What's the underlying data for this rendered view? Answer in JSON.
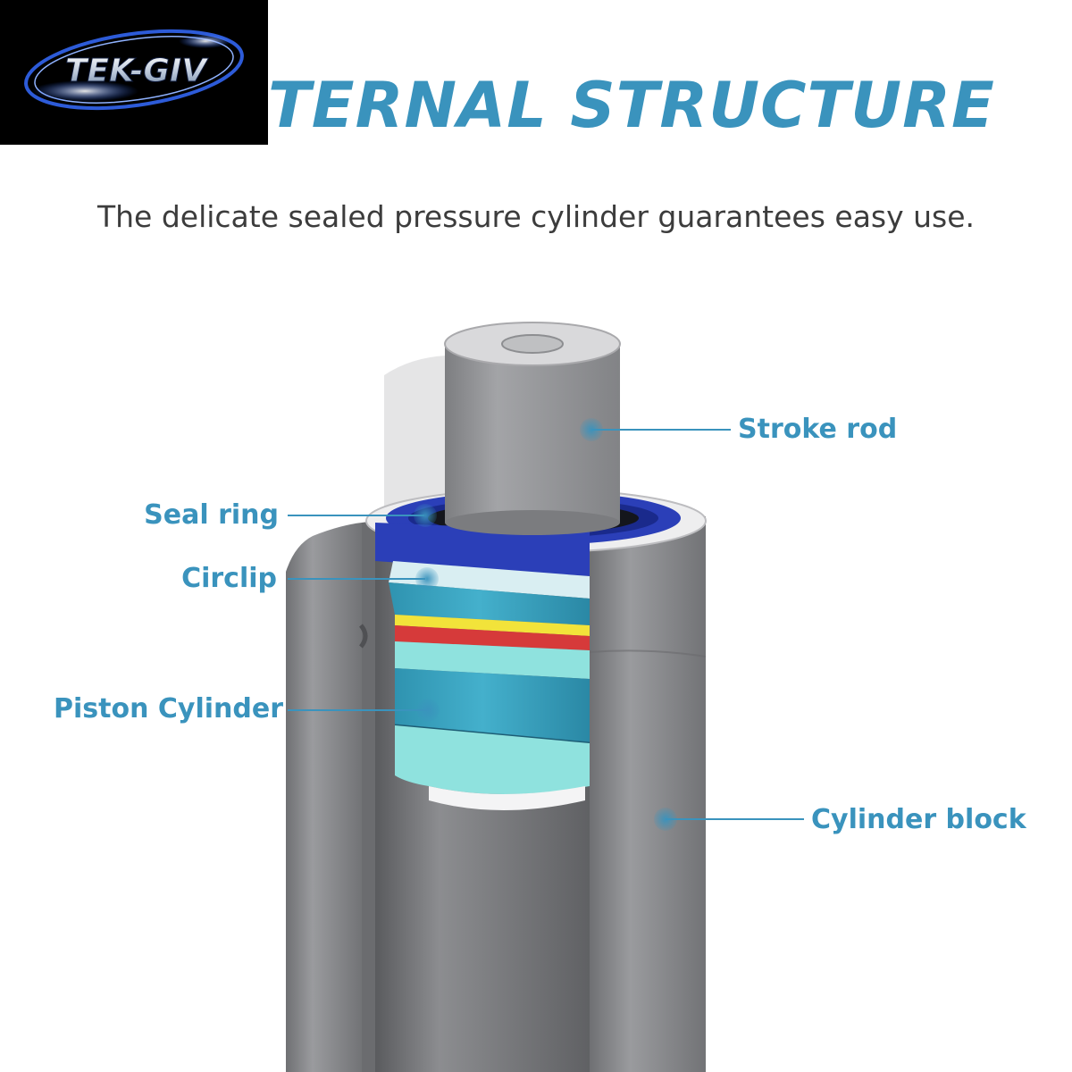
{
  "logo": {
    "text": "TEK-GIV"
  },
  "header": {
    "title": "TERNAL STRUCTURE",
    "subtitle": "The delicate sealed pressure cylinder guarantees easy use."
  },
  "callouts": {
    "stroke_rod": "Stroke rod",
    "seal_ring": "Seal ring",
    "circlip": "Circlip",
    "piston_cylinder": "Piston Cylinder",
    "cylinder_block": "Cylinder block"
  },
  "colors": {
    "accent": "#3a93bd",
    "seal_ring": "#2b3fb8",
    "circlip": "#d9eef2",
    "band_yellow": "#f2e33a",
    "band_red": "#d63a3a",
    "piston": "#3aa6c2",
    "piston_light": "#8fe2de",
    "metal": "#8a8b8e"
  }
}
